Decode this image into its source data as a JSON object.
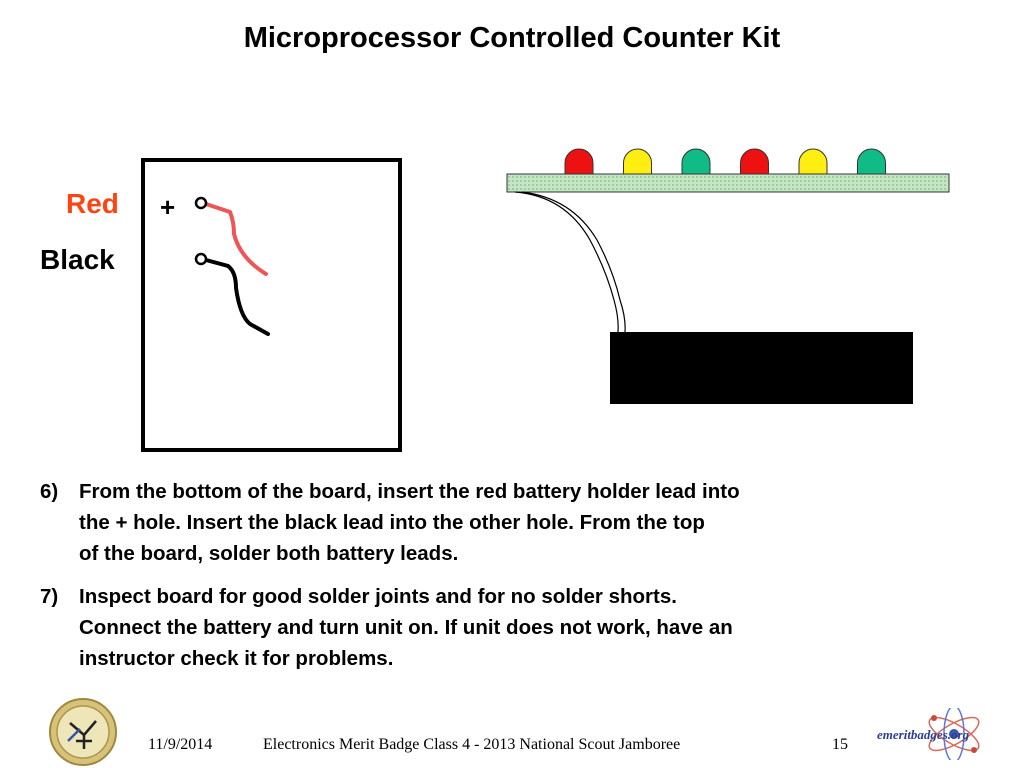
{
  "slide": {
    "title": "Microprocessor Controlled Counter Kit"
  },
  "diagram": {
    "label_red": "Red",
    "label_black": "Black",
    "label_plus": "+",
    "colors": {
      "red_label": "#ff4411",
      "red_wire": "#ee5555",
      "led_red": "#ee1111",
      "led_yellow": "#ffee11",
      "led_green": "#11bb88",
      "board_fill": "#c4e6c4",
      "battery": "#000000"
    },
    "leds": [
      "red",
      "yellow",
      "green",
      "red",
      "yellow",
      "green"
    ]
  },
  "steps": [
    {
      "number": "6)",
      "text": "From the bottom of the board, insert the red battery holder lead into\nthe + hole.  Insert the black lead into the other hole.  From the top\nof the board, solder both battery leads."
    },
    {
      "number": "7)",
      "text": "Inspect board for good solder joints and for no solder shorts.\nConnect the battery and turn unit on.  If unit does not work, have an\ninstructor check it for problems."
    }
  ],
  "footer": {
    "date": "11/9/2014",
    "title": "Electronics Merit Badge Class 4 - 2013 National Scout Jamboree",
    "page": "15",
    "logo_text": "emeritbadges.org"
  }
}
